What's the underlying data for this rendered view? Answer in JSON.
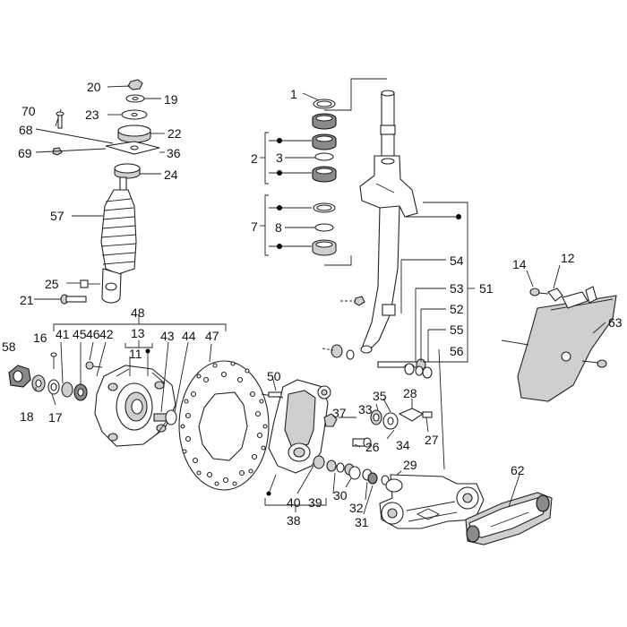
{
  "labels": {
    "l1": "1",
    "l2": "2",
    "l3": "3",
    "l7": "7",
    "l8": "8",
    "l11": "11",
    "l12": "12",
    "l13": "13",
    "l14": "14",
    "l16": "16",
    "l17": "17",
    "l18": "18",
    "l19": "19",
    "l20": "20",
    "l21": "21",
    "l22": "22",
    "l23": "23",
    "l24": "24",
    "l25": "25",
    "l26": "26",
    "l27": "27",
    "l28": "28",
    "l29": "29",
    "l30": "30",
    "l31": "31",
    "l32": "32",
    "l33": "33",
    "l34": "34",
    "l35": "35",
    "l36": "36",
    "l37": "37",
    "l38": "38",
    "l39": "39",
    "l40": "40",
    "l41": "41",
    "l42": "42",
    "l43": "43",
    "l44": "44",
    "l45": "45",
    "l46": "46",
    "l47": "47",
    "l48": "48",
    "l50": "50",
    "l51": "51",
    "l52": "52",
    "l53": "53",
    "l54": "54",
    "l55": "55",
    "l56": "56",
    "l57": "57",
    "l58": "58",
    "l62": "62",
    "l63": "63",
    "l68": "68",
    "l69": "69",
    "l70": "70"
  }
}
